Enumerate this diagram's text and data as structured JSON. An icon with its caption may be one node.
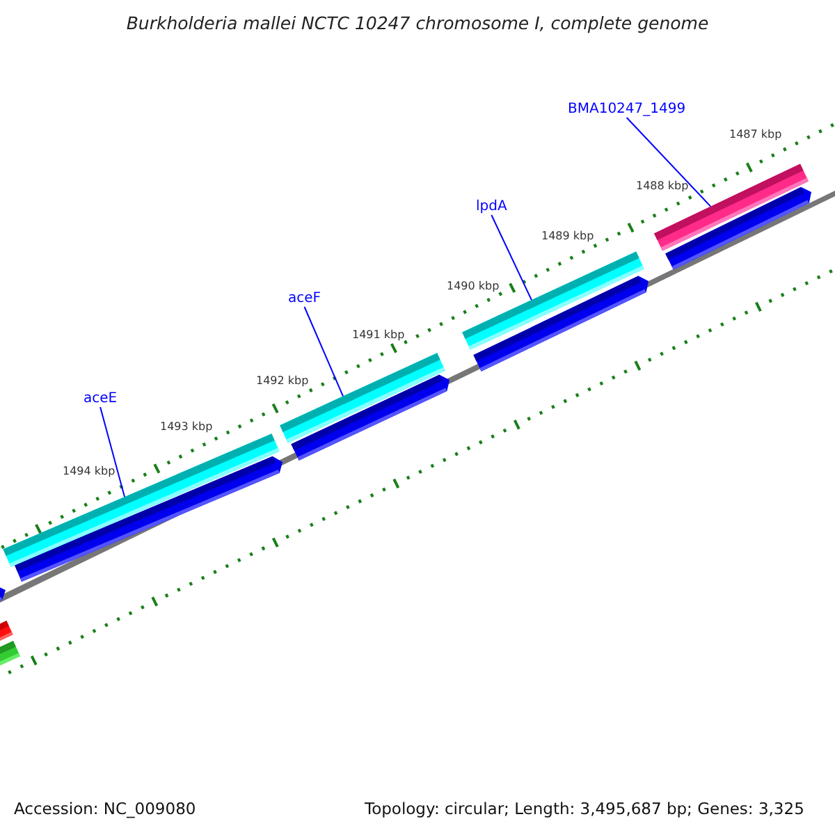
{
  "diagram": {
    "title": "Burkholderia mallei NCTC 10247 chromosome I, complete genome",
    "nodes": [
      {
        "text": [
          "aceE"
        ]
      },
      {
        "text": [],
        "shape": "bar"
      },
      {
        "text": [
          "aceF"
        ]
      },
      {
        "text": [],
        "shape": "bar"
      },
      {
        "text": [
          "lpdA"
        ]
      },
      {
        "text": [],
        "shape": "bar"
      },
      {
        "text": [
          "BMA10247_1499"
        ]
      },
      {
        "text": [],
        "shape": "bar"
      }
    ],
    "edges": [
      {
        "from": 0,
        "to": 1,
        "arrow": "none"
      },
      {
        "from": 2,
        "to": 3,
        "arrow": "none"
      },
      {
        "from": 4,
        "to": 5,
        "arrow": "none"
      },
      {
        "from": 6,
        "to": 7,
        "arrow": "none"
      }
    ],
    "labels": [
      "1487 kbp",
      "1488 kbp",
      "1489 kbp",
      "1490 kbp",
      "1491 kbp",
      "1492 kbp",
      "1493 kbp",
      "1494 kbp",
      "Accession: NC_009080",
      "Topology: circular; Length: 3,495,687 bp; Genes: 3,325"
    ]
  }
}
